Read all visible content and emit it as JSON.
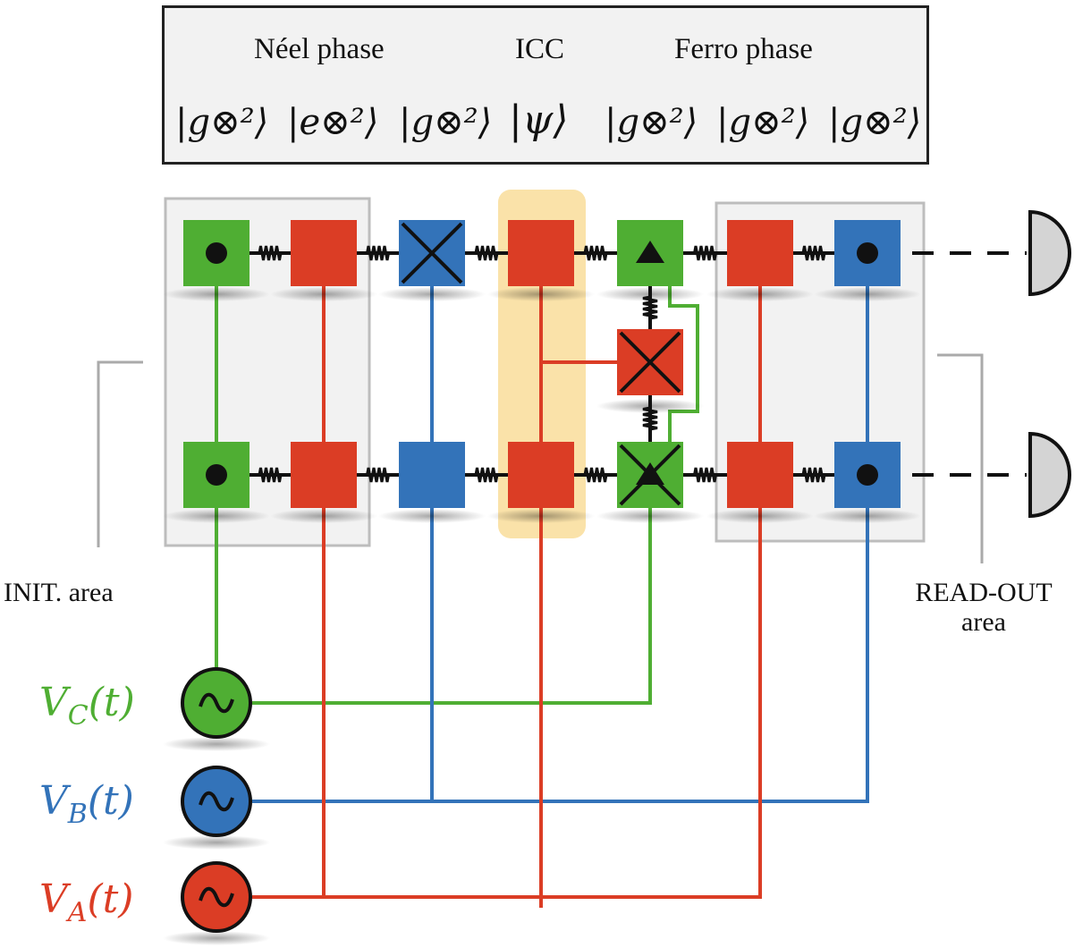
{
  "header": {
    "phases": [
      {
        "label": "Néel phase"
      },
      {
        "label": "ICC"
      },
      {
        "label": "Ferro phase"
      }
    ],
    "states": [
      "|g⊗²⟩",
      "|e⊗²⟩",
      "|g⊗²⟩",
      "|ψ⟩",
      "|g⊗²⟩",
      "|g⊗²⟩",
      "|g⊗²⟩"
    ]
  },
  "areas": {
    "init": "INIT. area",
    "readout_line1": "READ-OUT",
    "readout_line2": "area"
  },
  "sources": [
    {
      "name": "V_C",
      "base": "V",
      "sub": "C",
      "arg": "(t)",
      "color": "#4fae33"
    },
    {
      "name": "V_B",
      "base": "V",
      "sub": "B",
      "arg": "(t)",
      "color": "#3373b9"
    },
    {
      "name": "V_A",
      "base": "V",
      "sub": "A",
      "arg": "(t)",
      "color": "#db3d25"
    }
  ],
  "colors": {
    "green": "#4fae33",
    "red": "#db3d25",
    "blue": "#3373b9",
    "icc_highlight": "#f9dfa0",
    "area_box": "#f2f2f2",
    "detector": "#d4d4d4"
  },
  "qubits": {
    "top_row": [
      {
        "color": "green",
        "mark": "dot"
      },
      {
        "color": "red",
        "mark": "none"
      },
      {
        "color": "blue",
        "mark": "cross"
      },
      {
        "color": "red",
        "mark": "none"
      },
      {
        "color": "green",
        "mark": "triangle"
      },
      {
        "color": "red",
        "mark": "none"
      },
      {
        "color": "blue",
        "mark": "dot"
      }
    ],
    "middle": {
      "color": "red",
      "mark": "cross"
    },
    "bottom_row": [
      {
        "color": "green",
        "mark": "dot"
      },
      {
        "color": "red",
        "mark": "none"
      },
      {
        "color": "blue",
        "mark": "none"
      },
      {
        "color": "red",
        "mark": "none"
      },
      {
        "color": "green",
        "mark": "triangle-cross"
      },
      {
        "color": "red",
        "mark": "none"
      },
      {
        "color": "blue",
        "mark": "dot"
      }
    ]
  }
}
